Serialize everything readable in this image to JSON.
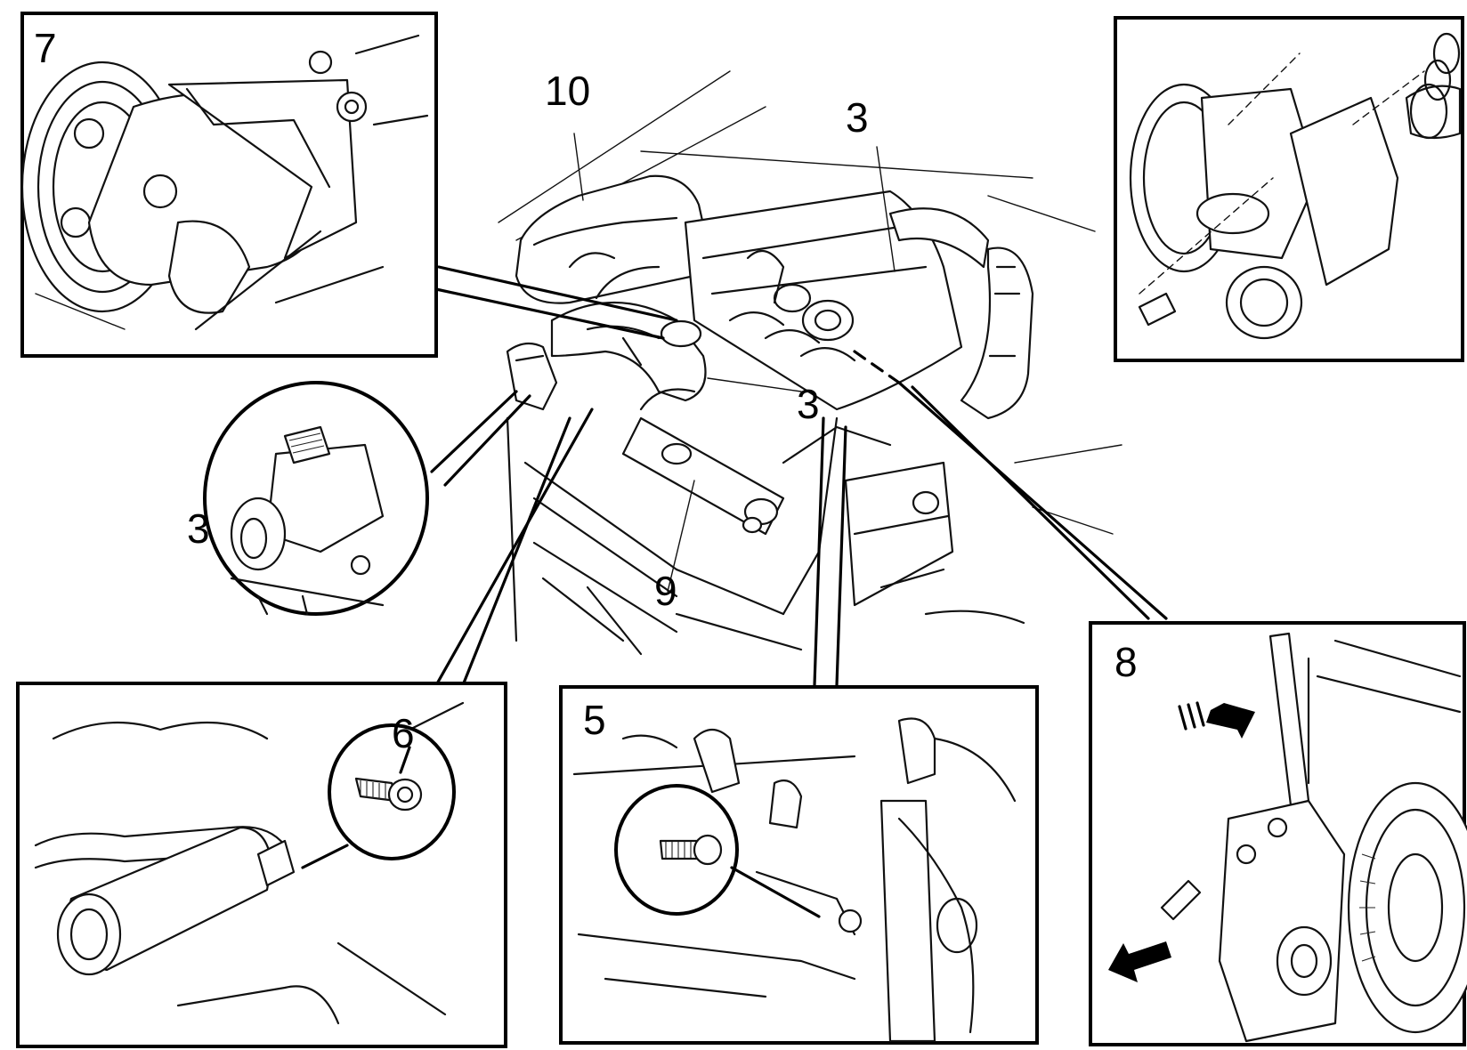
{
  "callouts": {
    "inset_pump_bracket": "7",
    "main_top_left": "10",
    "main_top_right": "3",
    "main_center": "3",
    "main_lower": "9",
    "inset_sensor": "3",
    "inset_bolt_left": "6",
    "inset_bolt_middle": "5",
    "inset_pin_right": "8"
  },
  "colors": {
    "ink": "#111111",
    "paper": "#ffffff"
  }
}
